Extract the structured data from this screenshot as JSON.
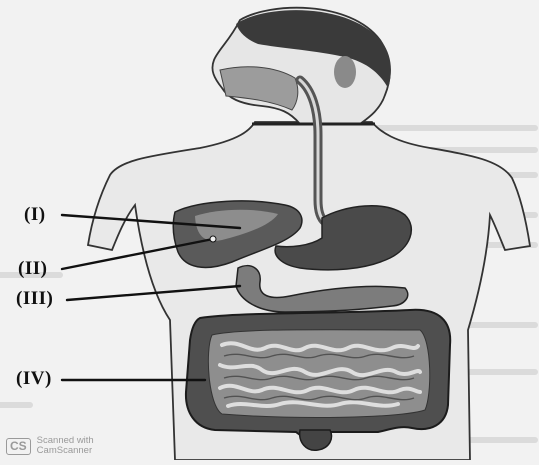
{
  "labels": {
    "I": "(I)",
    "II": "(II)",
    "III": "(III)",
    "IV": "(IV)"
  },
  "watermark": {
    "logo": "CS",
    "line1": "Scanned with",
    "line2": "CamScanner"
  },
  "colors": {
    "background": "#f2f2f2",
    "ink": "#111111",
    "organ_dark": "#3a3a3a",
    "organ_mid": "#6e6e6e",
    "organ_light": "#b5b5b5"
  }
}
